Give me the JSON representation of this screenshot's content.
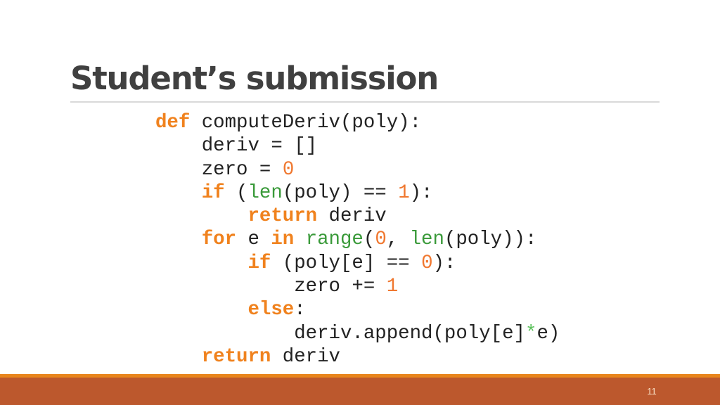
{
  "slide": {
    "title": "Student’s submission",
    "page_number": "11",
    "colors": {
      "title": "#404040",
      "keyword": "#f0821e",
      "number": "#f07830",
      "builtin": "#3a9a3a",
      "footer_stripe": "#e8851c",
      "footer_band": "#bc582d"
    }
  },
  "code": {
    "language": "python",
    "lines": [
      [
        {
          "t": "kw",
          "v": "def"
        },
        {
          "t": "txt",
          "v": " computeDeriv(poly):"
        }
      ],
      [
        {
          "t": "txt",
          "v": "    deriv = []"
        }
      ],
      [
        {
          "t": "txt",
          "v": "    zero = "
        },
        {
          "t": "num",
          "v": "0"
        }
      ],
      [
        {
          "t": "txt",
          "v": "    "
        },
        {
          "t": "kw",
          "v": "if"
        },
        {
          "t": "txt",
          "v": " ("
        },
        {
          "t": "bi",
          "v": "len"
        },
        {
          "t": "txt",
          "v": "(poly) == "
        },
        {
          "t": "num",
          "v": "1"
        },
        {
          "t": "txt",
          "v": "):"
        }
      ],
      [
        {
          "t": "txt",
          "v": "        "
        },
        {
          "t": "kw",
          "v": "return"
        },
        {
          "t": "txt",
          "v": " deriv"
        }
      ],
      [
        {
          "t": "txt",
          "v": "    "
        },
        {
          "t": "kw",
          "v": "for"
        },
        {
          "t": "txt",
          "v": " e "
        },
        {
          "t": "kw",
          "v": "in"
        },
        {
          "t": "txt",
          "v": " "
        },
        {
          "t": "bi",
          "v": "range"
        },
        {
          "t": "txt",
          "v": "("
        },
        {
          "t": "num",
          "v": "0"
        },
        {
          "t": "txt",
          "v": ", "
        },
        {
          "t": "bi",
          "v": "len"
        },
        {
          "t": "txt",
          "v": "(poly)):"
        }
      ],
      [
        {
          "t": "txt",
          "v": "        "
        },
        {
          "t": "kw",
          "v": "if"
        },
        {
          "t": "txt",
          "v": " (poly[e] == "
        },
        {
          "t": "num",
          "v": "0"
        },
        {
          "t": "txt",
          "v": "):"
        }
      ],
      [
        {
          "t": "txt",
          "v": "            zero += "
        },
        {
          "t": "num",
          "v": "1"
        }
      ],
      [
        {
          "t": "txt",
          "v": "        "
        },
        {
          "t": "kw",
          "v": "else"
        },
        {
          "t": "txt",
          "v": ":"
        }
      ],
      [
        {
          "t": "txt",
          "v": "            deriv.append(poly[e]"
        },
        {
          "t": "op",
          "v": "*"
        },
        {
          "t": "txt",
          "v": "e)"
        }
      ],
      [
        {
          "t": "txt",
          "v": "    "
        },
        {
          "t": "kw",
          "v": "return"
        },
        {
          "t": "txt",
          "v": " deriv"
        }
      ]
    ]
  }
}
